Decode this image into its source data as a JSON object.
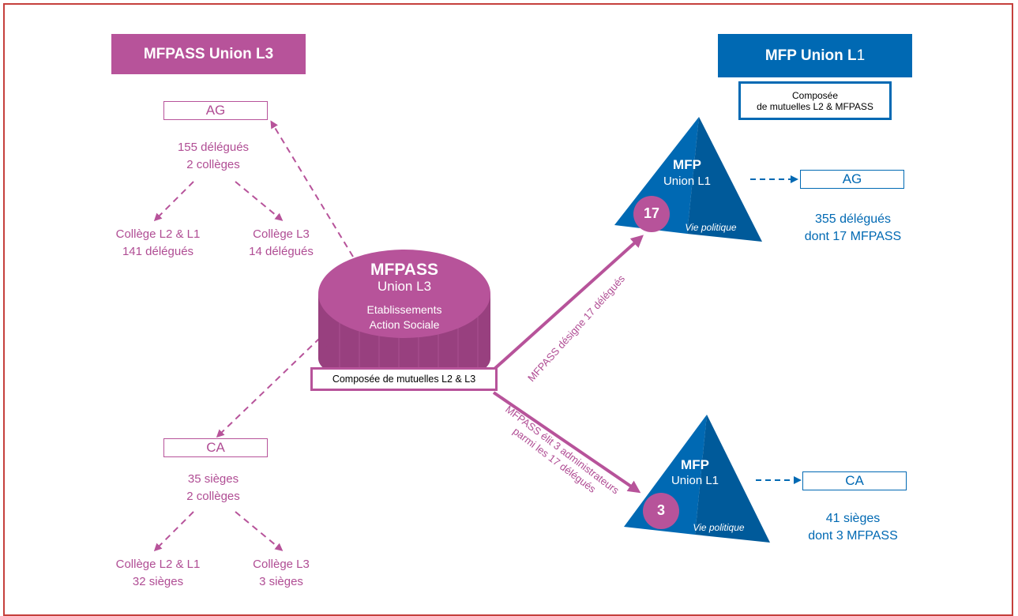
{
  "left": {
    "title": "MFPASS Union L3",
    "ag": {
      "label": "AG",
      "info": "155 délégués\n2 collèges",
      "college_a": "Collège L2 & L1\n141 délégués",
      "college_b": "Collège L3\n14 délégués"
    },
    "ca": {
      "label": "CA",
      "info": "35 sièges\n2 collèges",
      "college_a": "Collège L2 & L1\n32 sièges",
      "college_b": "Collège L3\n3 sièges"
    }
  },
  "center": {
    "name": "MFPASS",
    "union": "Union L3",
    "subtitle": "Etablissements\nAction Sociale",
    "composition": "Composée de mutuelles L2 & L3"
  },
  "arrows": {
    "designates": "MFPASS désigne 17 délégués",
    "elects_line1": "MFPASS élit 3 administrateurs",
    "elects_line2": "parmi les 17 délégués"
  },
  "right": {
    "title": "MFP Union L",
    "title_suffix": "1",
    "composition": "Composée\nde mutuelles L2 & MFPASS",
    "top_triangle": {
      "name": "MFP",
      "union": "Union L1",
      "tag": "Vie politique",
      "number": "17",
      "target": "AG",
      "info": "355 délégués\ndont 17 MFPASS"
    },
    "bottom_triangle": {
      "name": "MFP",
      "union": "Union L1",
      "tag": "Vie politique",
      "number": "3",
      "target": "CA",
      "info": "41 sièges\ndont 3 MFPASS"
    }
  },
  "colors": {
    "pink": "#b7539a",
    "blue": "#0069b3",
    "frame": "#c5403c"
  }
}
